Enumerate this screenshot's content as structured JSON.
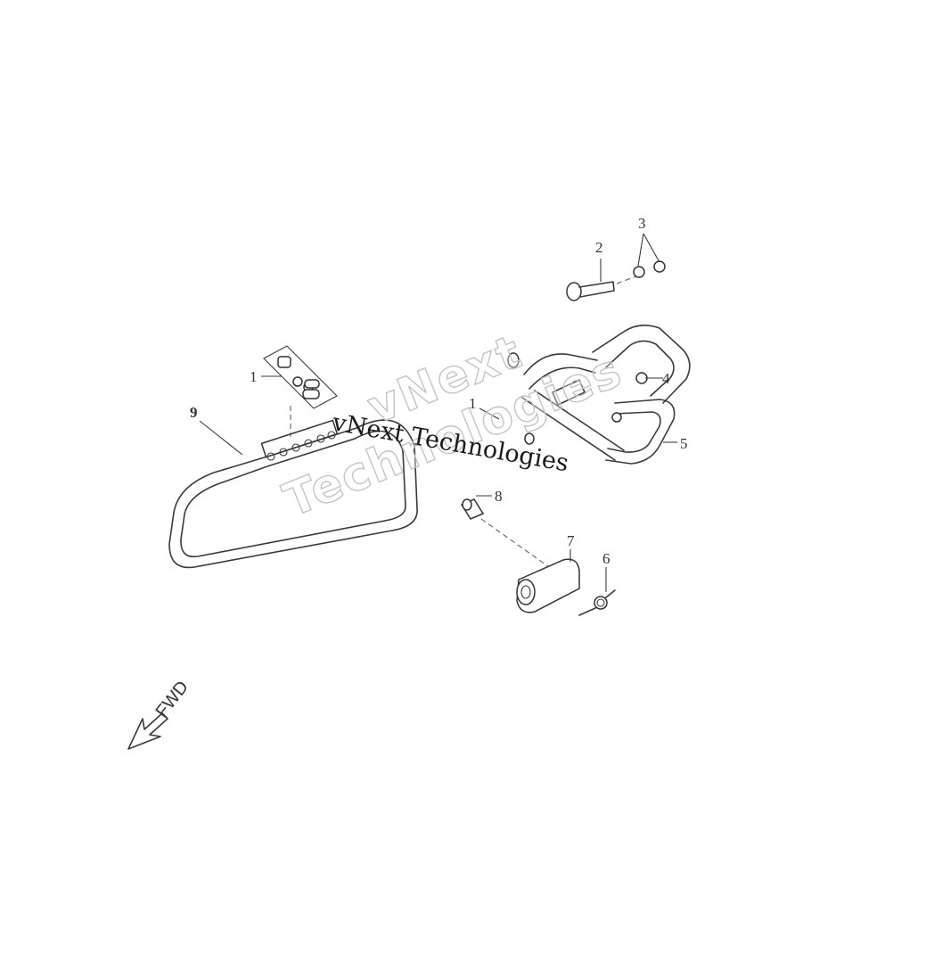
{
  "callouts": {
    "c1": "1",
    "c2": "2",
    "c3": "3",
    "c4": "4",
    "c5": "5",
    "c6": "6",
    "c7": "7",
    "c8": "8",
    "c9": "9",
    "c1b": "1"
  },
  "direction_label": "FWD",
  "watermark": {
    "word1": "vNext",
    "word2": "Technologies",
    "serif_text": "vNext Technologies"
  }
}
